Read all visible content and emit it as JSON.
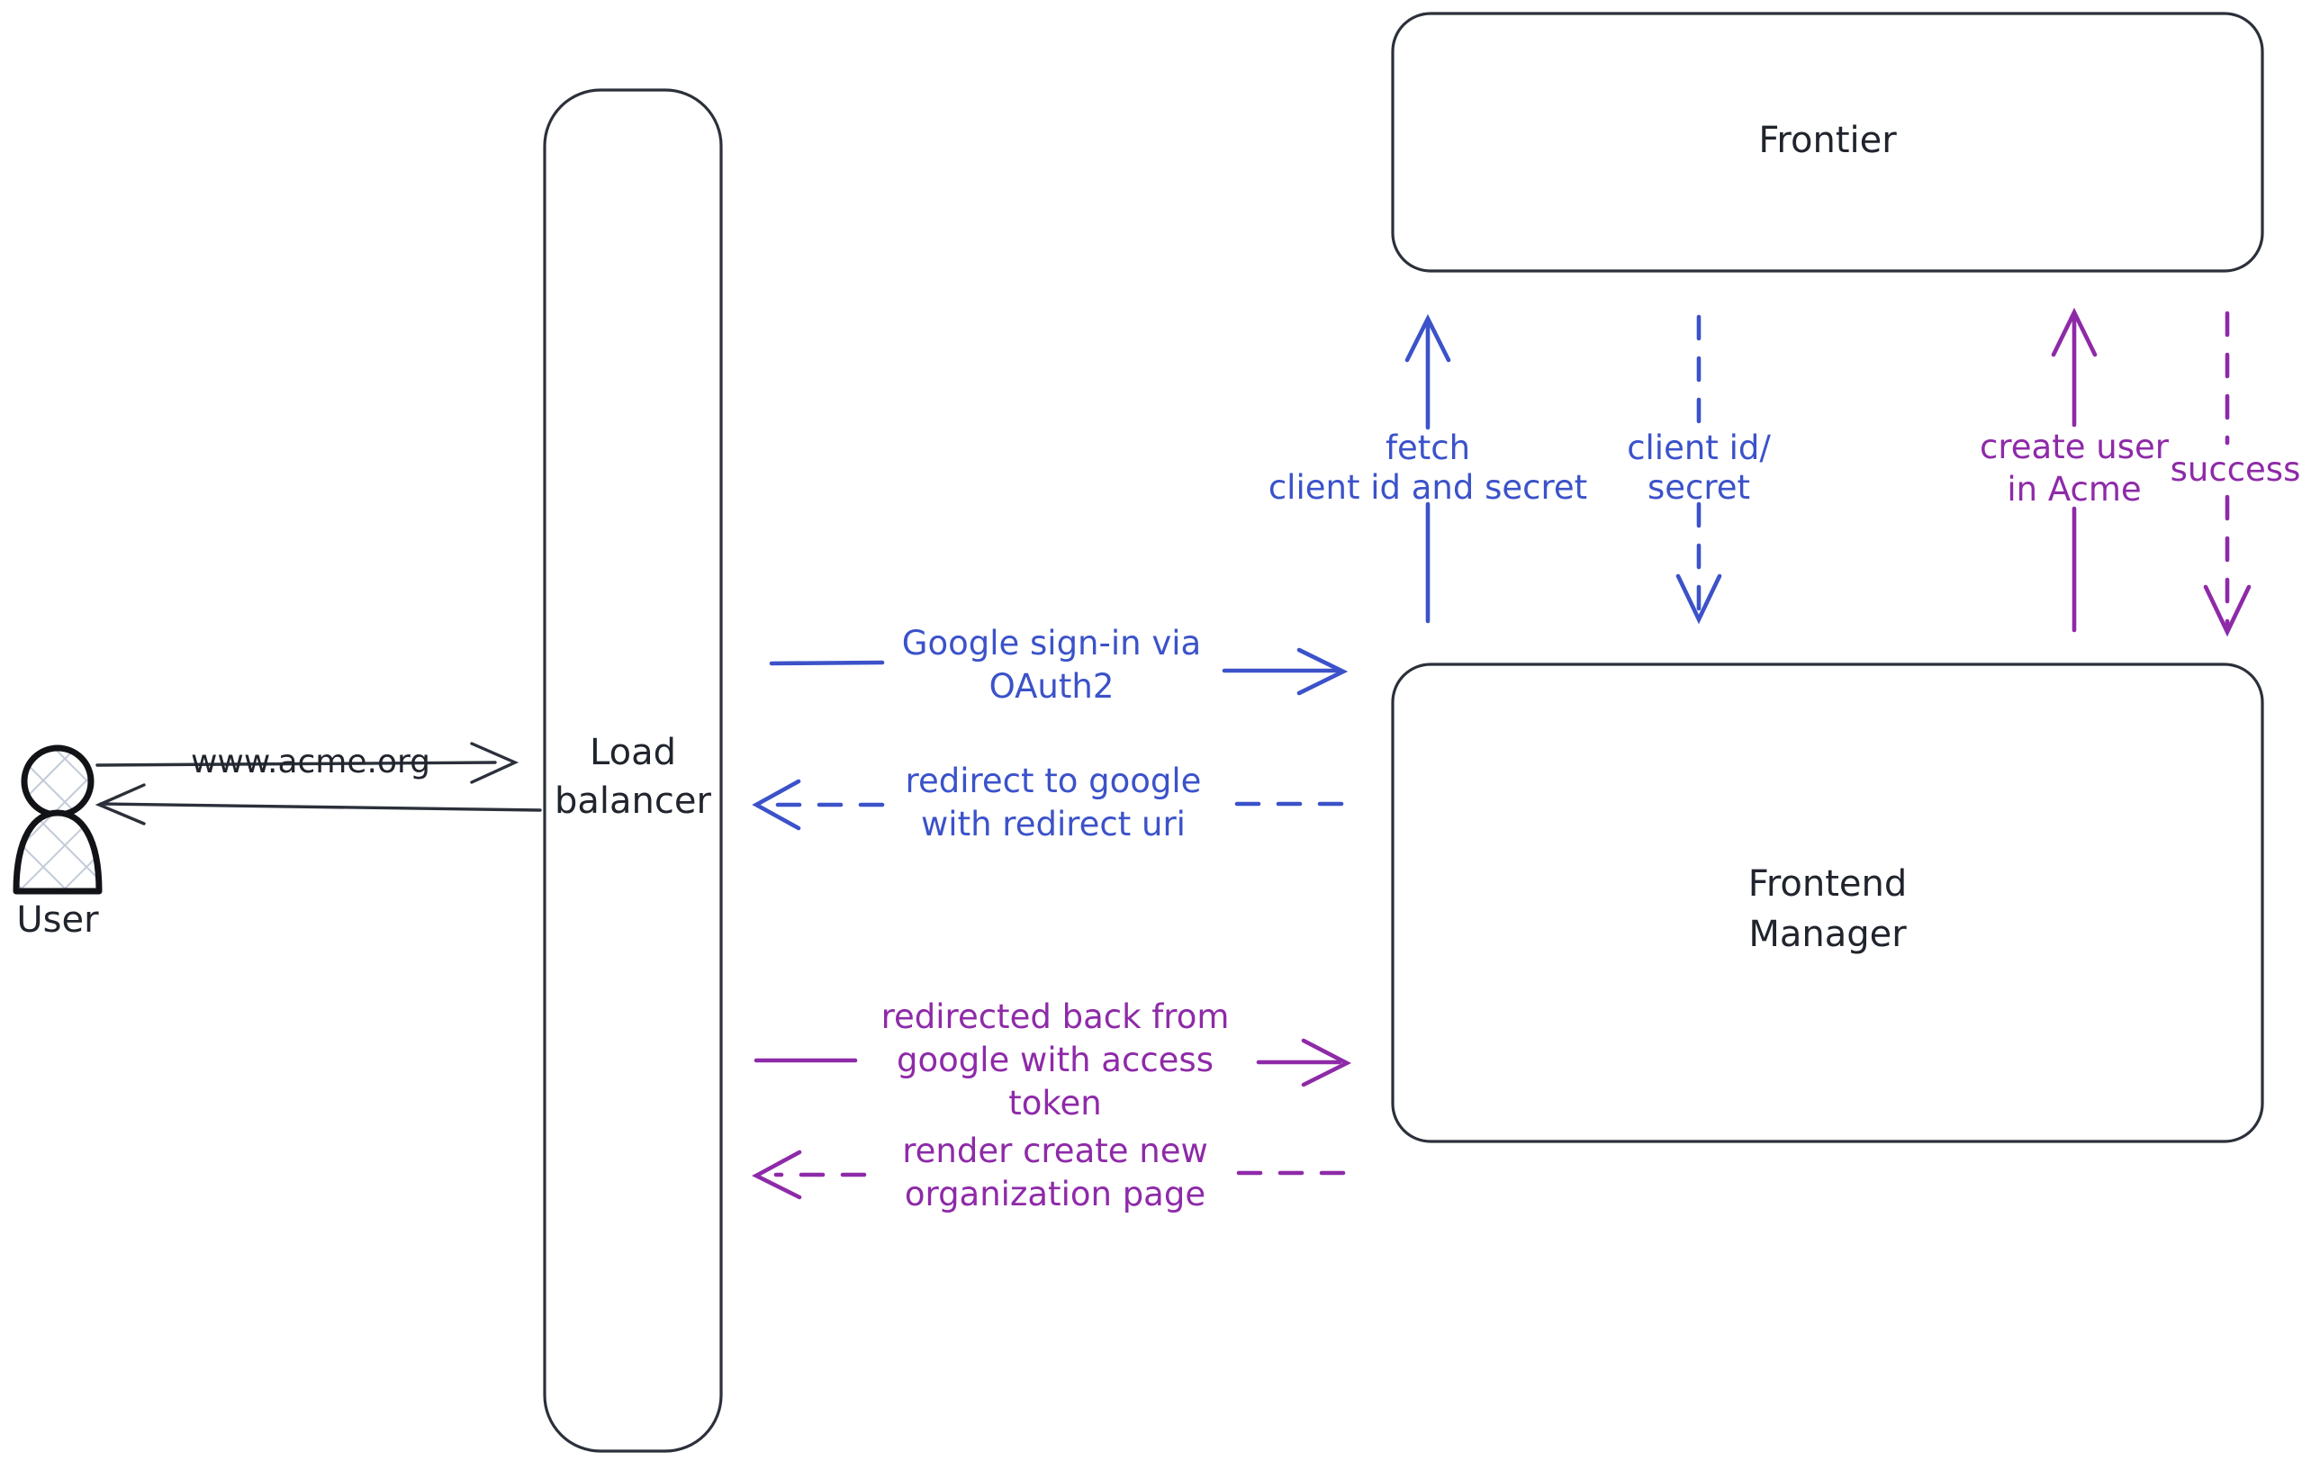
{
  "diagram": {
    "title": "Google OAuth2 sign-in sequence",
    "colors": {
      "dark": "#2b303a",
      "blue": "#3b52c9",
      "purple": "#8e2aa8",
      "hatch": "#c3cbd9",
      "background": "#ffffff"
    }
  },
  "nodes": {
    "user": {
      "label": "User"
    },
    "load_balancer": {
      "line1": "Load",
      "line2": "balancer"
    },
    "frontier": {
      "label": "Frontier"
    },
    "frontend_manager": {
      "line1": "Frontend",
      "line2": "Manager"
    }
  },
  "edges": {
    "user_to_lb": {
      "label": "www.acme.org",
      "style": "solid",
      "color": "#2b303a"
    },
    "lb_to_user": {
      "label": "",
      "style": "solid",
      "color": "#2b303a"
    },
    "lb_to_fm_signin": {
      "line1": "Google sign-in via",
      "line2": "OAuth2",
      "style": "solid",
      "color": "#3b52c9"
    },
    "fm_to_lb_redirect": {
      "line1": "redirect to google",
      "line2": "with redirect uri",
      "style": "dashed",
      "color": "#3b52c9"
    },
    "lb_to_fm_token": {
      "line1": "redirected back from",
      "line2": "google with access",
      "line3": "token",
      "style": "solid",
      "color": "#8e2aa8"
    },
    "fm_to_lb_render": {
      "line1": "render create new",
      "line2": "organization page",
      "style": "dashed",
      "color": "#8e2aa8"
    },
    "fm_to_frontier_fetch": {
      "line1": "fetch",
      "line2": "client id and secret",
      "style": "solid",
      "color": "#3b52c9"
    },
    "frontier_to_fm_creds": {
      "line1": "client id/",
      "line2": "secret",
      "style": "dashed",
      "color": "#3b52c9"
    },
    "fm_to_frontier_create": {
      "line1": "create user",
      "line2": "in Acme",
      "style": "solid",
      "color": "#8e2aa8"
    },
    "frontier_to_fm_success": {
      "line1": "success",
      "style": "dashed",
      "color": "#8e2aa8"
    }
  }
}
